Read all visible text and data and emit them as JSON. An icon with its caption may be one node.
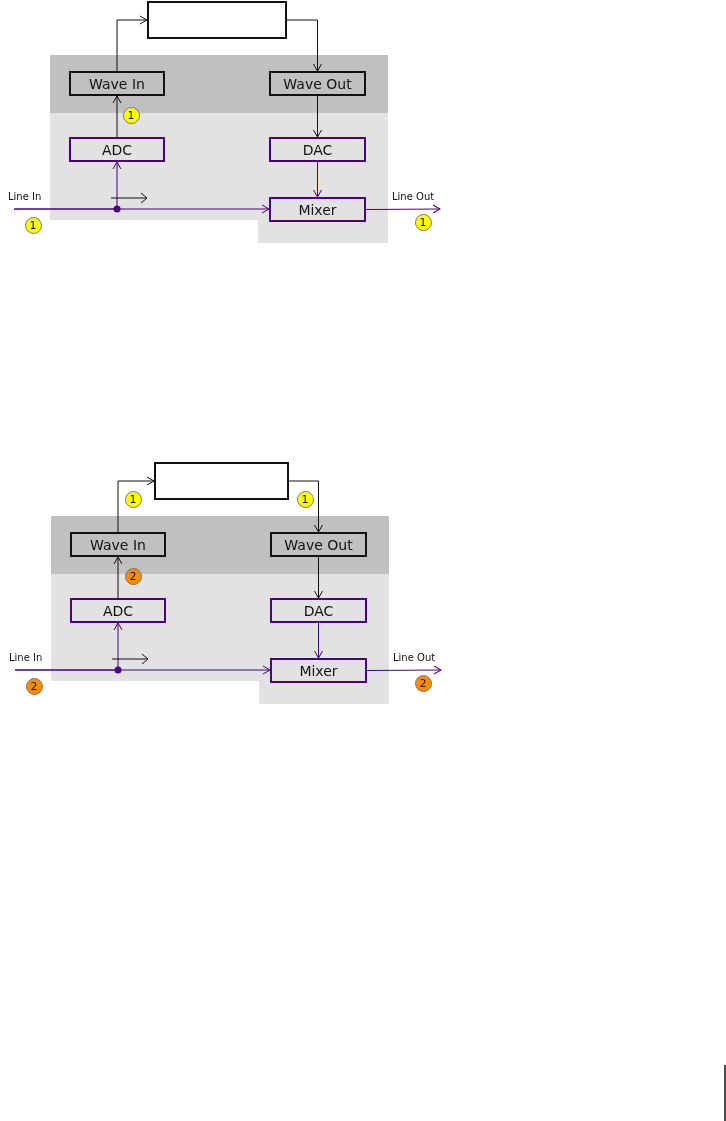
{
  "diagram": {
    "nodes": [
      {
        "text": [],
        "shape": "box"
      },
      {
        "text": [
          "Wave In"
        ]
      },
      {
        "text": [
          "Wave Out"
        ]
      },
      {
        "text": [
          "ADC"
        ]
      },
      {
        "text": [
          "DAC"
        ]
      },
      {
        "text": [
          "Line In"
        ]
      },
      {
        "text": [
          "Mixer"
        ]
      },
      {
        "text": [
          "Line Out"
        ]
      },
      {
        "text": [],
        "shape": "box"
      },
      {
        "text": [
          "Wave In"
        ]
      },
      {
        "text": [
          "Wave Out"
        ]
      },
      {
        "text": [
          "ADC"
        ]
      },
      {
        "text": [
          "DAC"
        ]
      },
      {
        "text": [
          "Line In"
        ]
      },
      {
        "text": [
          "Mixer"
        ]
      },
      {
        "text": [
          "Line Out"
        ]
      }
    ],
    "edges": [
      {
        "from": 1,
        "to": 0,
        "arrow": "to"
      },
      {
        "from": 0,
        "to": 2,
        "arrow": "to"
      },
      {
        "from": 3,
        "to": 1,
        "arrow": "to"
      },
      {
        "from": 2,
        "to": 4,
        "arrow": "to"
      },
      {
        "from": 5,
        "to": 3,
        "arrow": "to",
        "color": "#4b0082"
      },
      {
        "from": 4,
        "to": 6,
        "arrow": "to",
        "color": "#4b0082"
      },
      {
        "from": 5,
        "to": 6,
        "arrow": "to",
        "color": "#4b0082"
      },
      {
        "from": 6,
        "to": 7,
        "arrow": "to",
        "color": "#4b0082"
      },
      {
        "from": 9,
        "to": 8,
        "arrow": "to"
      },
      {
        "from": 8,
        "to": 10,
        "arrow": "to"
      },
      {
        "from": 11,
        "to": 9,
        "arrow": "to"
      },
      {
        "from": 10,
        "to": 12,
        "arrow": "to"
      },
      {
        "from": 13,
        "to": 11,
        "arrow": "to",
        "color": "#4b0082"
      },
      {
        "from": 12,
        "to": 14,
        "arrow": "to",
        "color": "#4b0082"
      },
      {
        "from": 13,
        "to": 14,
        "arrow": "to",
        "color": "#4b0082"
      },
      {
        "from": 14,
        "to": 15,
        "arrow": "to",
        "color": "#4b0082"
      }
    ],
    "labels": [
      "1",
      "1",
      "1",
      "1",
      "1",
      "2",
      "2",
      "2"
    ]
  }
}
